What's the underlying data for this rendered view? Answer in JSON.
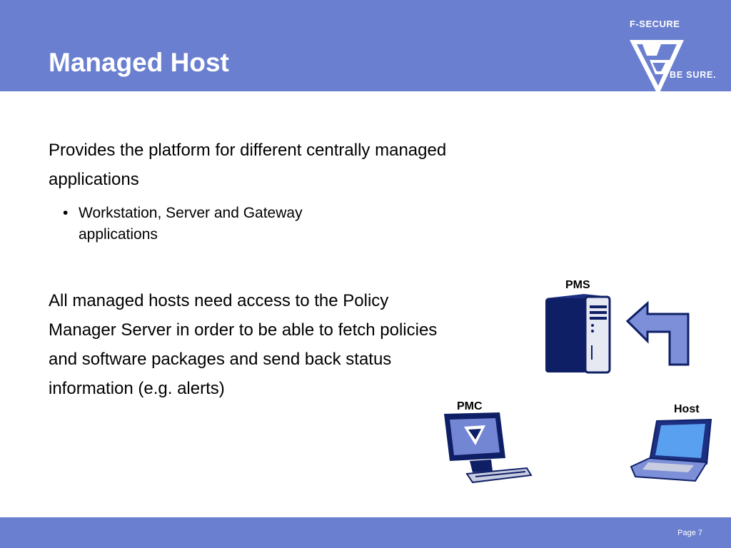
{
  "slide": {
    "title": "Managed Host",
    "paragraph1": "Provides the platform for different centrally managed applications",
    "bullets": [
      "Workstation, Server and Gateway applications"
    ],
    "paragraph2": "All managed hosts need access to the Policy Manager Server in order to be able to fetch policies and software packages and send back status information (e.g. alerts)"
  },
  "logo": {
    "brand": "F-SECURE",
    "tagline": "BE SURE."
  },
  "diagram": {
    "pms_label": "PMS",
    "pmc_label": "PMC",
    "host_label": "Host"
  },
  "footer": {
    "page": "Page 7"
  },
  "colors": {
    "header_bar": "#6b7fd0",
    "footer_bar": "#6b7fd0",
    "icon_navy": "#0f1f66",
    "arrow_fill": "#7c8fd8"
  },
  "icons": [
    "server-icon",
    "arrow-icon",
    "monitor-icon",
    "laptop-icon",
    "f-secure-logo-icon"
  ]
}
